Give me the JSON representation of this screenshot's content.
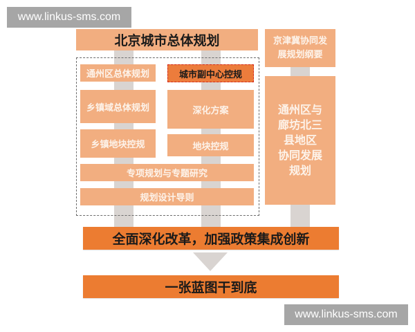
{
  "watermarks": {
    "top": "www.linkus-sms.com",
    "bottom": "www.linkus-sms.com"
  },
  "diagram": {
    "title": "北京城市总体规划",
    "left_column": [
      "通州区总体规划",
      "乡镇域总体规划",
      "乡镇地块控规"
    ],
    "middle_column": [
      "城市副中心控规",
      "深化方案",
      "地块控规"
    ],
    "wide_boxes": [
      "专项规划与专题研究",
      "规划设计导则"
    ],
    "right_column": {
      "top_line1": "京津冀协同发",
      "top_line2": "展规划纲要",
      "tall_lines": [
        "通州区与",
        "廊坊北三",
        "县地区",
        "协同发展",
        "规划"
      ]
    },
    "bottom_bar_1": "全面深化改革，加强政策集成创新",
    "bottom_bar_2": "一张蓝图干到底"
  },
  "colors": {
    "light_orange": "#f2ae80",
    "dark_orange": "#ec7c31",
    "highlight_border": "#d42a1a",
    "connector_gray": "#d9d4d1",
    "watermark_gray": "#a6a6a6"
  }
}
